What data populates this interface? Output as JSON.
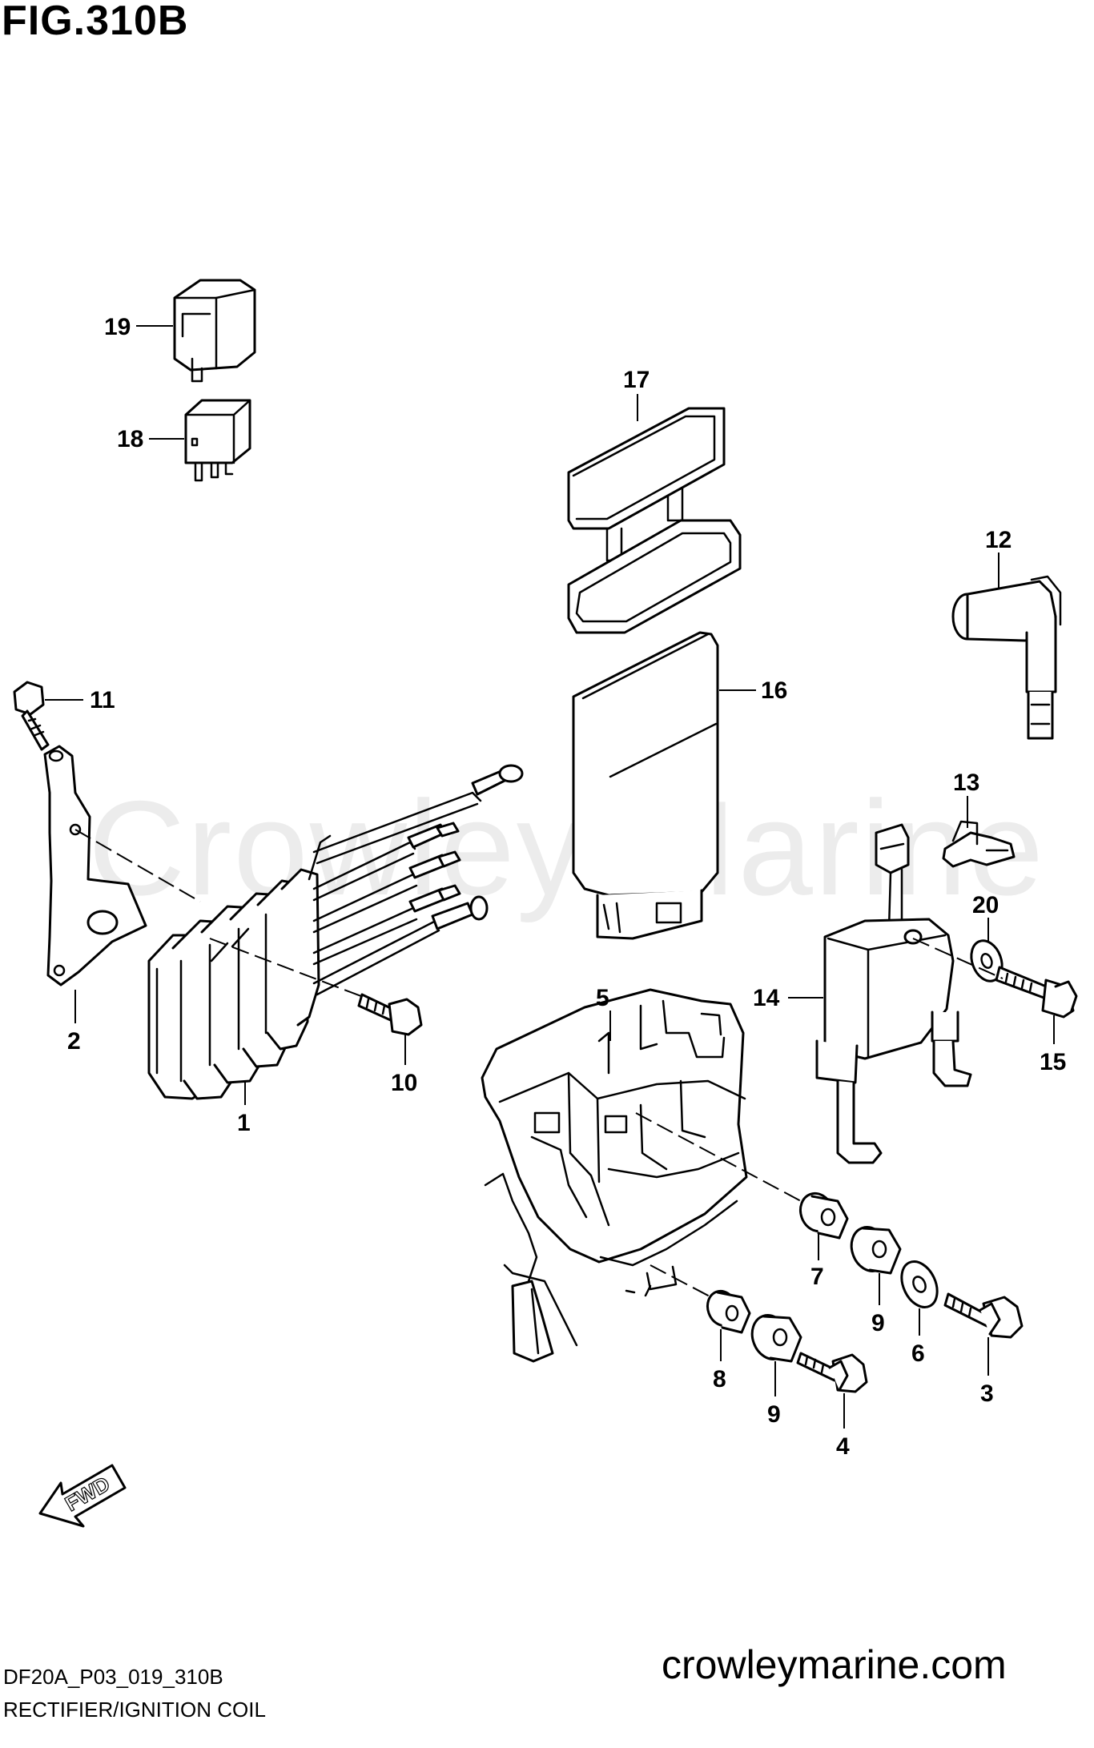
{
  "figure_title": "FIG.310B",
  "watermark": "Crowley Marine",
  "site_name": "crowleymarine.com",
  "diagram_code": "DF20A_P03_019_310B",
  "diagram_subtitle": "RECTIFIER/IGNITION COIL",
  "fwd_label": "FWD",
  "callouts": {
    "c1": "1",
    "c2": "2",
    "c3": "3",
    "c4": "4",
    "c5": "5",
    "c6": "6",
    "c7": "7",
    "c8": "8",
    "c9a": "9",
    "c9b": "9",
    "c10": "10",
    "c11": "11",
    "c12": "12",
    "c13": "13",
    "c14": "14",
    "c15": "15",
    "c16": "16",
    "c17": "17",
    "c18": "18",
    "c19": "19",
    "c20": "20"
  }
}
